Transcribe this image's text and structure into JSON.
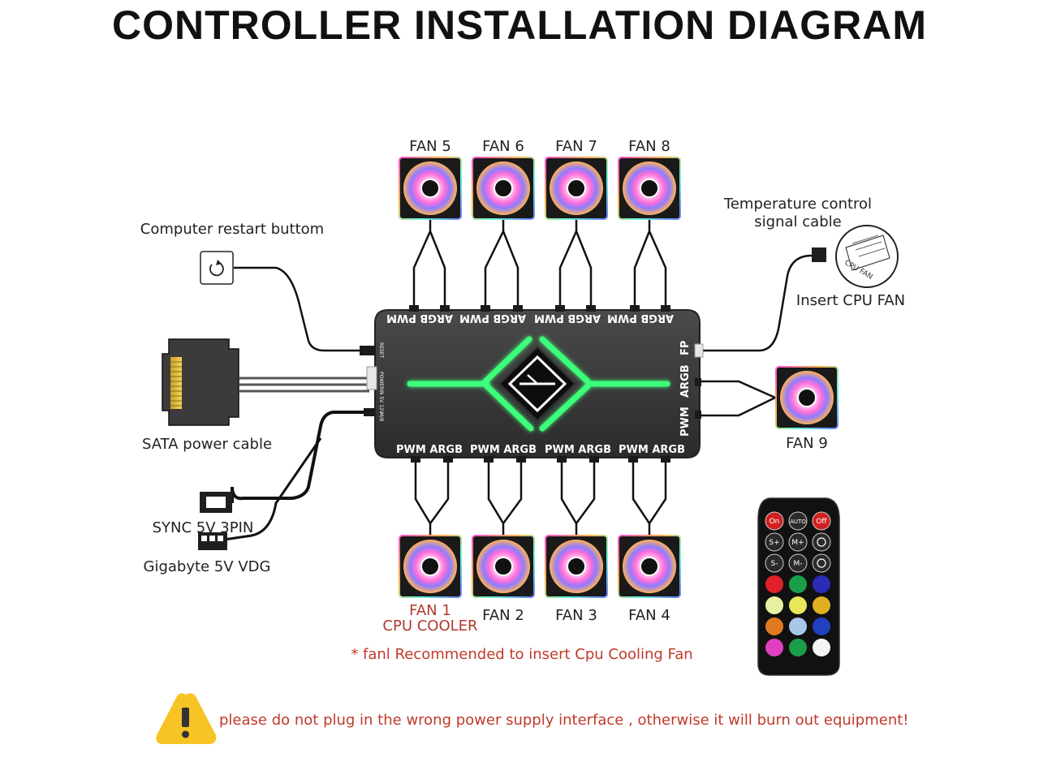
{
  "title": "CONTROLLER INSTALLATION DIAGRAM",
  "fans_top": [
    "FAN 5",
    "FAN 6",
    "FAN 7",
    "FAN 8"
  ],
  "fans_bottom": [
    "FAN 2",
    "FAN 3",
    "FAN 4"
  ],
  "fan1": {
    "line1": "FAN 1",
    "line2": "CPU COOLER"
  },
  "fan9": "FAN 9",
  "hub": {
    "top_port_label": "ARGB PWM",
    "bottom_port_label": "PWM ARGB",
    "right_ports": [
      "FP",
      "ARGB",
      "PWM"
    ],
    "left_ports": [
      "RESET",
      "POWERIN 5V 12V",
      "M/B"
    ]
  },
  "labels": {
    "restart_button": "Computer restart buttom",
    "sata": "SATA  power cable",
    "sync": "SYNC 5V 3PIN",
    "gigabyte": "Gigabyte 5V VDG",
    "temp_line1": "Temperature control",
    "temp_line2": "signal cable",
    "insert_cpu": "Insert CPU FAN",
    "cpu_fan_badge": "CPU FAN"
  },
  "note": "* fanl Recommended to insert Cpu Cooling Fan",
  "warning": "please do not plug in the wrong power supply interface , otherwise it will burn out equipment!",
  "remote": {
    "row1": [
      "On",
      "AUTO",
      "Off"
    ],
    "row2": [
      "S+",
      "M+",
      ""
    ],
    "row3": [
      "S-",
      "M-",
      ""
    ]
  },
  "colors": {
    "hub_body": "#3a3a3a",
    "glow": "#3cff7a",
    "warning_text": "#c0392b",
    "fan1_text": "#b03a2e",
    "warning_icon": "#f7c325"
  }
}
